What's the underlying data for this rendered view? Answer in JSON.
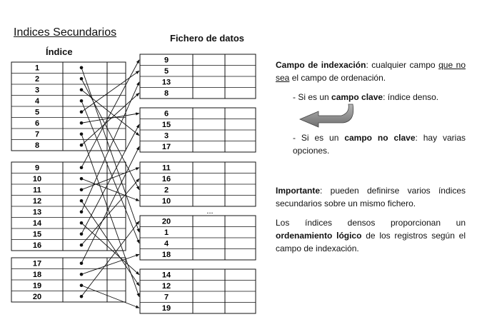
{
  "titles": {
    "main": "Indices Secundarios",
    "index": "Índice",
    "data_file": "Fichero de datos"
  },
  "index_groups": [
    [
      "1",
      "2",
      "3",
      "4",
      "5",
      "6",
      "7",
      "8"
    ],
    [
      "9",
      "10",
      "11",
      "12",
      "13",
      "14",
      "15",
      "16"
    ],
    [
      "17",
      "18",
      "19",
      "20"
    ]
  ],
  "data_blocks": [
    [
      "9",
      "5",
      "13",
      "8"
    ],
    [
      "6",
      "15",
      "3",
      "17"
    ],
    [
      "11",
      "16",
      "2",
      "10"
    ],
    [
      "20",
      "1",
      "4",
      "18"
    ],
    [
      "14",
      "12",
      "7",
      "19"
    ]
  ],
  "ellipsis": "...",
  "notes": {
    "p1_bold": "Campo de indexación",
    "p1_a": ": cualquier campo ",
    "p1_underlined": "que no sea",
    "p1_b": " el campo de ordenación.",
    "p2_a": "- Si es un ",
    "p2_bold": "campo clave",
    "p2_b": ": índice denso.",
    "p3_a": "- Si es un ",
    "p3_bold": "campo no clave",
    "p3_b": ": hay varias opciones.",
    "p4_bold": "Importante",
    "p4_a": ": pueden definirse varios índices secundarios sobre un mismo fichero.",
    "p5_a": "Los índices densos proporcionan un ",
    "p5_bold": "ordenamiento lógico",
    "p5_b": " de los registros según el campo de indexación."
  },
  "colors": {
    "arrow_fill": "#8c8c8c",
    "line": "#111111"
  }
}
